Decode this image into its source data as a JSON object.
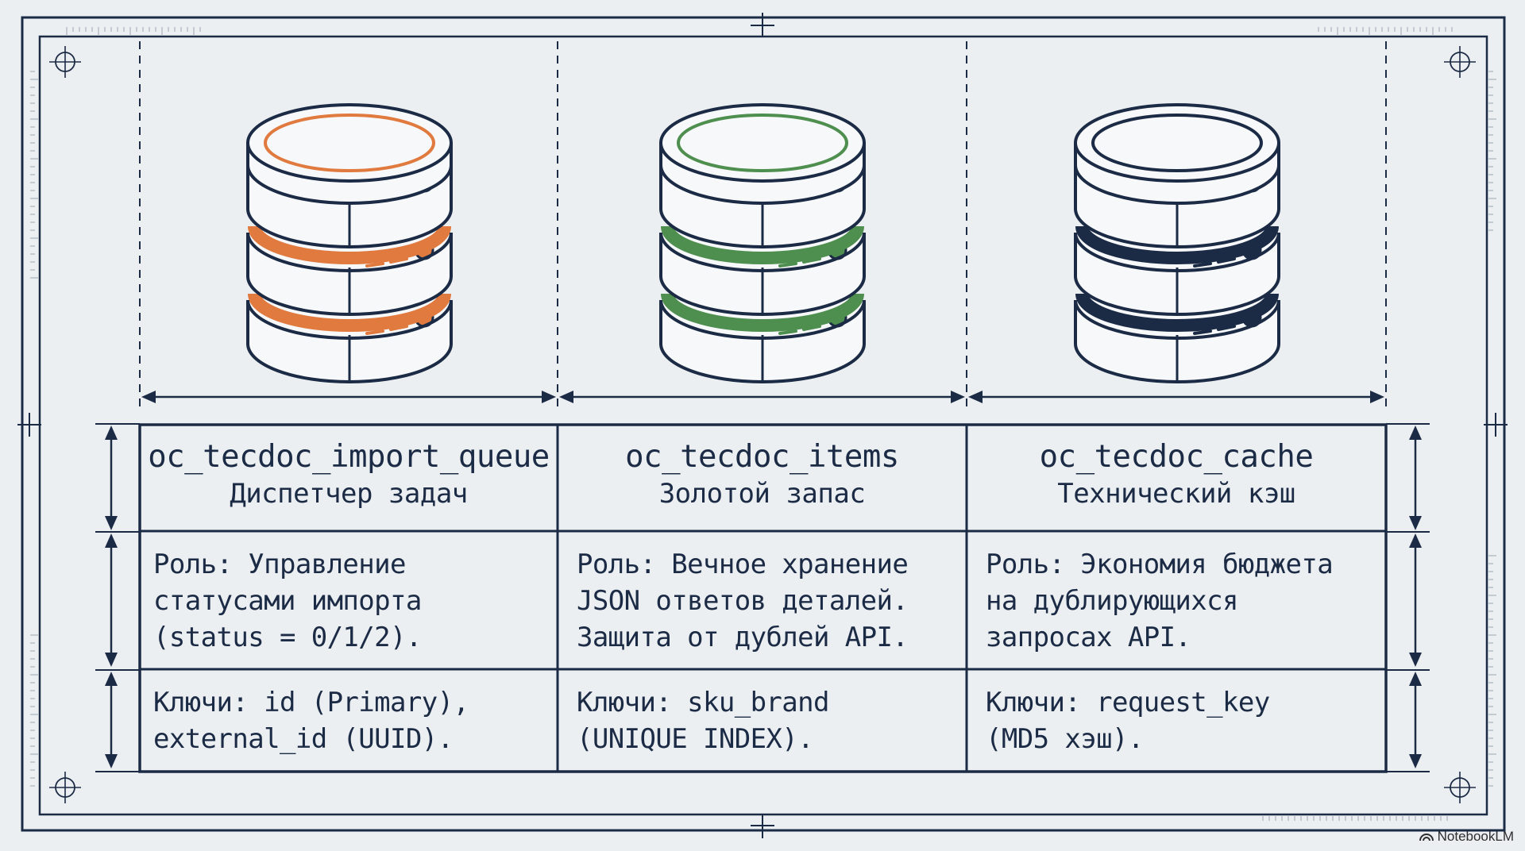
{
  "colors": {
    "background": "#eceff1",
    "line": "#1c2b45",
    "queue_accent": "#e07a3f",
    "items_accent": "#4e8f4f",
    "cache_accent": "#1c2b45"
  },
  "databases": [
    {
      "name": "queue-database-icon",
      "accent": "orange"
    },
    {
      "name": "items-database-icon",
      "accent": "green"
    },
    {
      "name": "cache-database-icon",
      "accent": "navy"
    }
  ],
  "table": {
    "columns": [
      {
        "name": "oc_tecdoc_import_queue",
        "subtitle": "Диспетчер задач",
        "role": "Роль: Управление\nстатусами импорта\n(status = 0/1/2).",
        "keys": "Ключи: id (Primary),\nexternal_id (UUID)."
      },
      {
        "name": "oc_tecdoc_items",
        "subtitle": "Золотой запас",
        "role": "Роль: Вечное хранение\nJSON ответов деталей.\nЗащита от дублей API.",
        "keys": "Ключи: sku_brand\n(UNIQUE INDEX)."
      },
      {
        "name": "oc_tecdoc_cache",
        "subtitle": "Технический кэш",
        "role": "Роль: Экономия бюджета\nна дублирующихся\nзапросах API.",
        "keys": "Ключи: request_key\n(MD5 хэш)."
      }
    ]
  },
  "watermark": "NotebookLM"
}
